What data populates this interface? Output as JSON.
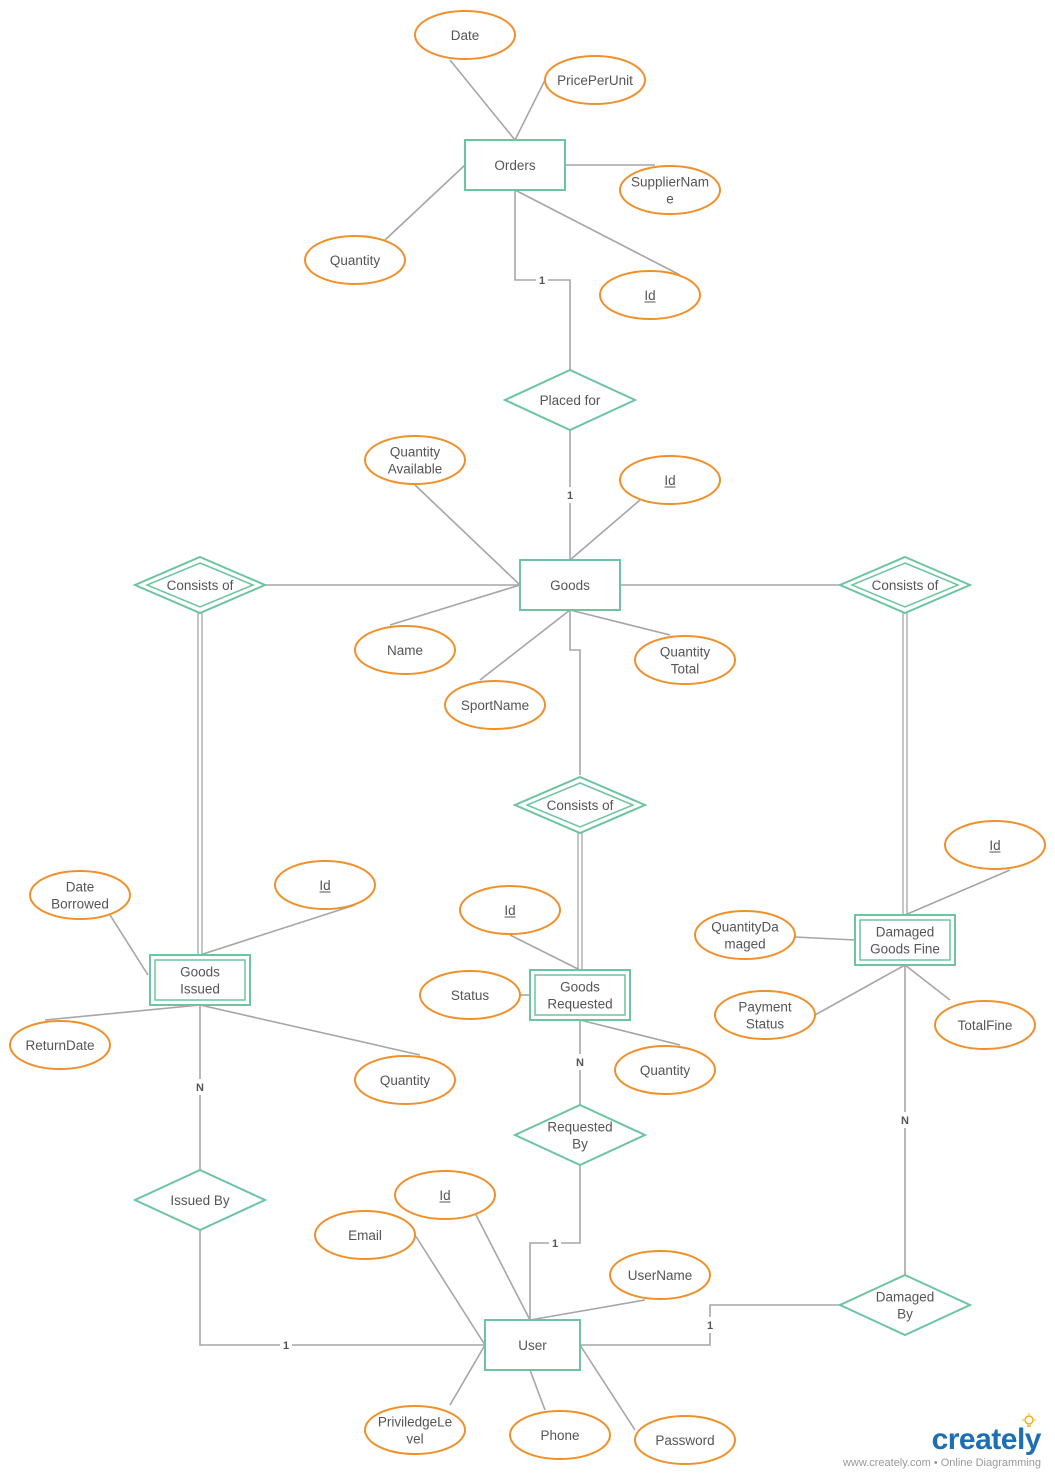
{
  "diagram": {
    "entities": {
      "orders": "Orders",
      "goods": "Goods",
      "goods_issued": "Goods\nIssued",
      "goods_requested": "Goods\nRequested",
      "damaged_goods_fine": "Damaged\nGoods Fine",
      "user": "User"
    },
    "relationships": {
      "placed_for": "Placed for",
      "consists_of_left": "Consists of",
      "consists_of_right": "Consists of",
      "consists_of_middle": "Consists of",
      "requested_by": "Requested\nBy",
      "issued_by": "Issued By",
      "damaged_by": "Damaged\nBy"
    },
    "attributes": {
      "orders_date": "Date",
      "orders_price": "PricePerUnit",
      "orders_supplier": "SupplierNam\ne",
      "orders_quantity": "Quantity",
      "orders_id": "Id",
      "goods_qty_available": "Quantity\nAvailable",
      "goods_id": "Id",
      "goods_name": "Name",
      "goods_sportname": "SportName",
      "goods_qty_total": "Quantity\nTotal",
      "issued_date_borrowed": "Date\nBorrowed",
      "issued_id": "Id",
      "issued_returndate": "ReturnDate",
      "issued_quantity": "Quantity",
      "requested_id": "Id",
      "requested_status": "Status",
      "requested_quantity": "Quantity",
      "fine_id": "Id",
      "fine_qty_damaged": "QuantityDa\nmaged",
      "fine_payment_status": "Payment\nStatus",
      "fine_totalfine": "TotalFine",
      "user_email": "Email",
      "user_id": "Id",
      "user_username": "UserName",
      "user_privilege": "PriviledgeLe\nvel",
      "user_phone": "Phone",
      "user_password": "Password"
    },
    "cardinalities": {
      "orders_placed": "1",
      "placed_goods": "1",
      "requested_n": "N",
      "requested_user": "1",
      "issued_n": "N",
      "issued_user": "1",
      "fine_n": "N",
      "damaged_user": "1"
    },
    "colors": {
      "entity": "#6cc4a1",
      "relationship": "#6cc4a1",
      "attribute": "#f0902a",
      "line": "#a6a6a6",
      "text": "#555555"
    }
  },
  "branding": {
    "logo": "creately",
    "tagline": "www.creately.com • Online Diagramming"
  }
}
